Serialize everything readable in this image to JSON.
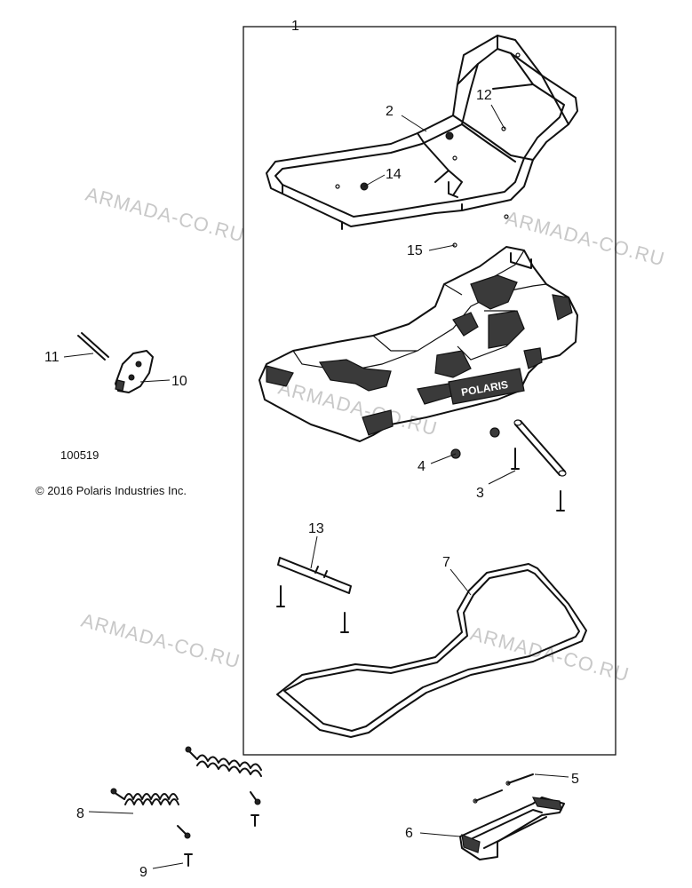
{
  "diagram": {
    "callouts": [
      "1",
      "2",
      "3",
      "4",
      "5",
      "6",
      "7",
      "8",
      "9",
      "10",
      "11",
      "12",
      "13",
      "14",
      "15"
    ],
    "figure_number": "100519",
    "copyright": "© 2016 Polaris Industries Inc.",
    "logo_text": "POLARIS",
    "watermark": "ARMADA-CO.RU"
  }
}
